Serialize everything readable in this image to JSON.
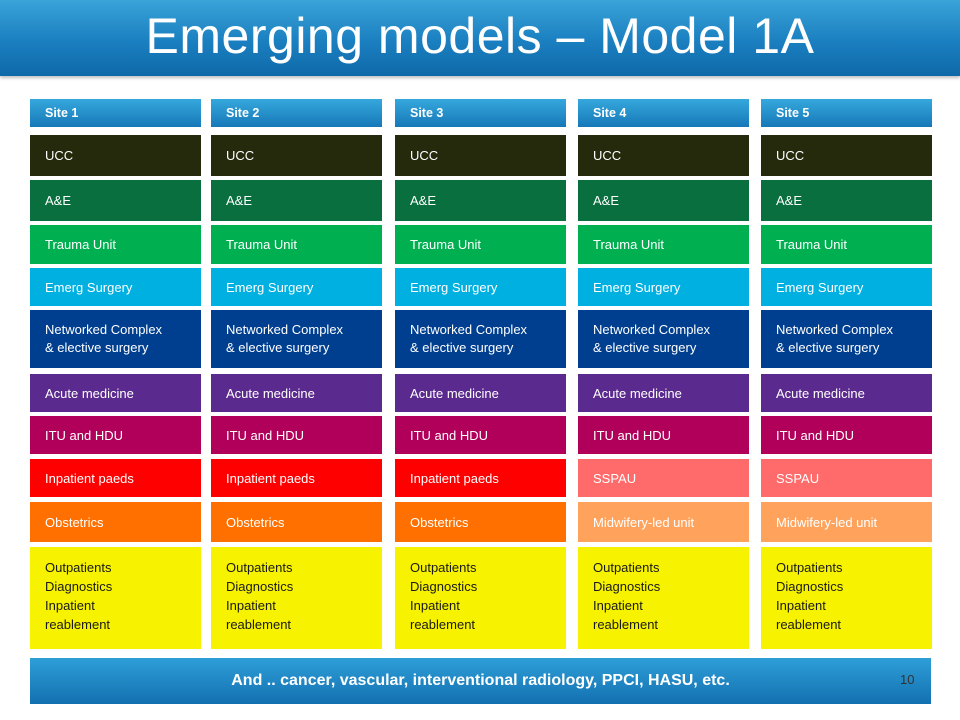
{
  "title": "Emerging models – Model 1A",
  "sites": [
    {
      "name": "Site 1",
      "blocks": [
        {
          "label": "UCC",
          "color": "#262a0d"
        },
        {
          "label": "A&E",
          "color": "#0a6f3e"
        },
        {
          "label": "Trauma Unit",
          "color": "#00b050"
        },
        {
          "label": "Emerg Surgery",
          "color": "#00b0e0"
        },
        {
          "label": "Networked Complex\n& elective surgery",
          "color": "#003f8f"
        },
        {
          "label": "Acute medicine",
          "color": "#5a2a8e"
        },
        {
          "label": "ITU and HDU",
          "color": "#b0005a"
        },
        {
          "label": "Inpatient paeds",
          "color": "#ff0000"
        },
        {
          "label": "Obstetrics",
          "color": "#ff7000"
        },
        {
          "label": "Outpatients\nDiagnostics\nInpatient\nreablement",
          "color": "#f7f200"
        }
      ]
    },
    {
      "name": "Site 2",
      "blocks": [
        {
          "label": "UCC",
          "color": "#262a0d"
        },
        {
          "label": "A&E",
          "color": "#0a6f3e"
        },
        {
          "label": "Trauma Unit",
          "color": "#00b050"
        },
        {
          "label": "Emerg Surgery",
          "color": "#00b0e0"
        },
        {
          "label": "Networked Complex\n& elective surgery",
          "color": "#003f8f"
        },
        {
          "label": "Acute medicine",
          "color": "#5a2a8e"
        },
        {
          "label": "ITU and HDU",
          "color": "#b0005a"
        },
        {
          "label": "Inpatient paeds",
          "color": "#ff0000"
        },
        {
          "label": "Obstetrics",
          "color": "#ff7000"
        },
        {
          "label": "Outpatients\nDiagnostics\nInpatient\nreablement",
          "color": "#f7f200"
        }
      ]
    },
    {
      "name": "Site 3",
      "blocks": [
        {
          "label": "UCC",
          "color": "#262a0d"
        },
        {
          "label": "A&E",
          "color": "#0a6f3e"
        },
        {
          "label": "Trauma Unit",
          "color": "#00b050"
        },
        {
          "label": "Emerg Surgery",
          "color": "#00b0e0"
        },
        {
          "label": "Networked Complex\n& elective surgery",
          "color": "#003f8f"
        },
        {
          "label": "Acute medicine",
          "color": "#5a2a8e"
        },
        {
          "label": "ITU and HDU",
          "color": "#b0005a"
        },
        {
          "label": "Inpatient paeds",
          "color": "#ff0000"
        },
        {
          "label": "Obstetrics",
          "color": "#ff7000"
        },
        {
          "label": "Outpatients\nDiagnostics\nInpatient\nreablement",
          "color": "#f7f200"
        }
      ]
    },
    {
      "name": "Site 4",
      "blocks": [
        {
          "label": "UCC",
          "color": "#262a0d"
        },
        {
          "label": "A&E",
          "color": "#0a6f3e"
        },
        {
          "label": "Trauma Unit",
          "color": "#00b050"
        },
        {
          "label": "Emerg Surgery",
          "color": "#00b0e0"
        },
        {
          "label": "Networked Complex\n& elective surgery",
          "color": "#003f8f"
        },
        {
          "label": "Acute medicine",
          "color": "#5a2a8e"
        },
        {
          "label": "ITU and HDU",
          "color": "#b0005a"
        },
        {
          "label": "SSPAU",
          "color": "#ff6b6b"
        },
        {
          "label": "Midwifery-led unit",
          "color": "#ffa35c"
        },
        {
          "label": "Outpatients\nDiagnostics\nInpatient\nreablement",
          "color": "#f7f200"
        }
      ]
    },
    {
      "name": "Site 5",
      "blocks": [
        {
          "label": "UCC",
          "color": "#262a0d"
        },
        {
          "label": "A&E",
          "color": "#0a6f3e"
        },
        {
          "label": "Trauma Unit",
          "color": "#00b050"
        },
        {
          "label": "Emerg Surgery",
          "color": "#00b0e0"
        },
        {
          "label": "Networked Complex\n& elective surgery",
          "color": "#003f8f"
        },
        {
          "label": "Acute medicine",
          "color": "#5a2a8e"
        },
        {
          "label": "ITU and HDU",
          "color": "#b0005a"
        },
        {
          "label": "SSPAU",
          "color": "#ff6b6b"
        },
        {
          "label": "Midwifery-led unit",
          "color": "#ffa35c"
        },
        {
          "label": "Outpatients\nDiagnostics\nInpatient\nreablement",
          "color": "#f7f200"
        }
      ]
    }
  ],
  "footer": "And .. cancer, vascular, interventional radiology, PPCI, HASU, etc.",
  "page_number": "10"
}
